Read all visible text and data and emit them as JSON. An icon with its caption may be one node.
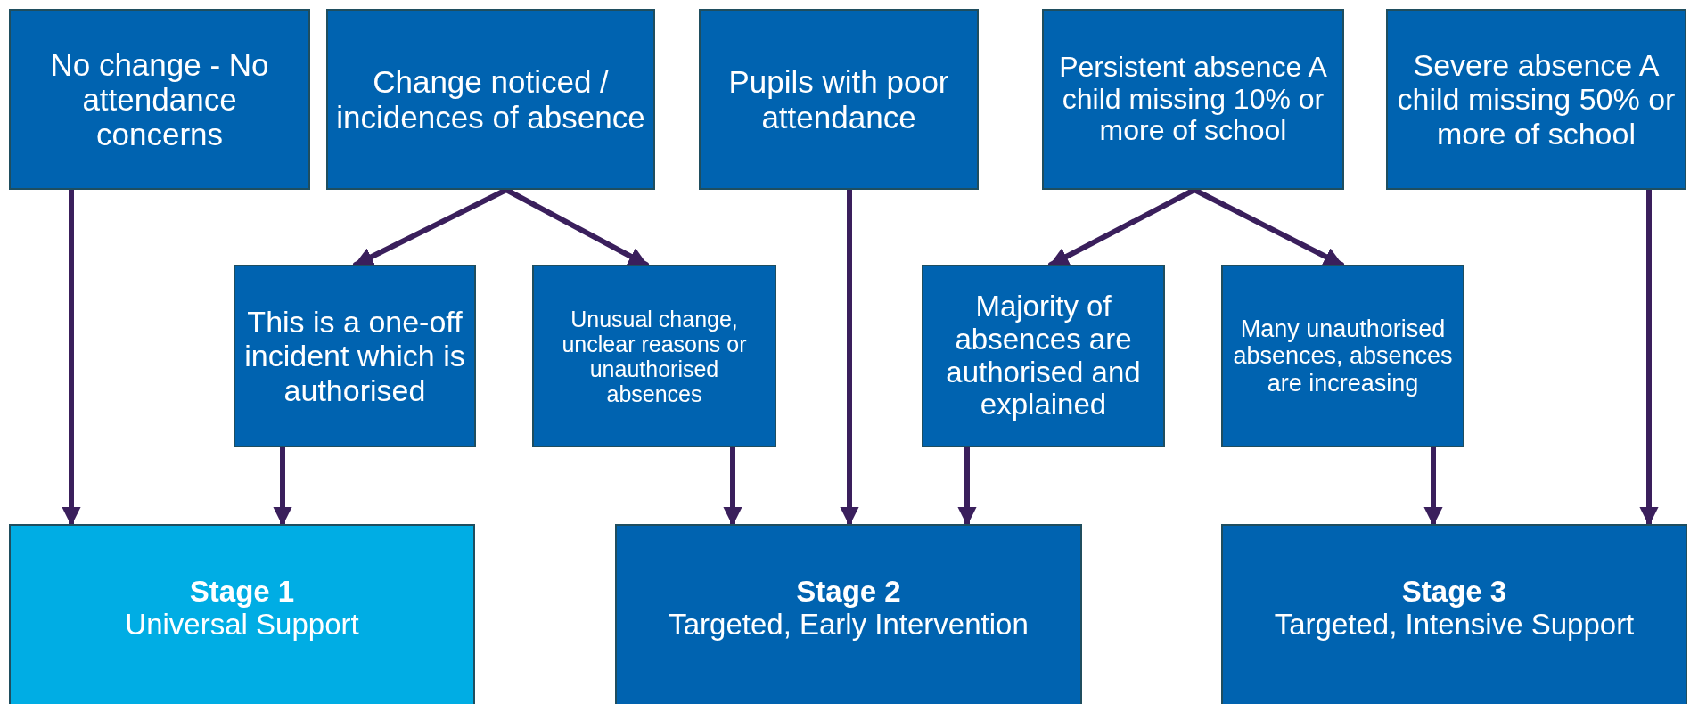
{
  "diagram": {
    "nodes": [
      {
        "text": [
          "No change - No attendance concerns"
        ]
      },
      {
        "text": [
          "Change noticed / incidences of absence"
        ]
      },
      {
        "text": [
          "Pupils with poor attendance"
        ]
      },
      {
        "text": [
          "Persistent absence A child missing 10% or more of school"
        ]
      },
      {
        "text": [
          "Severe absence A child missing 50% or more of school"
        ]
      },
      {
        "text": [
          "This is a one-off incident which is authorised"
        ]
      },
      {
        "text": [
          "Unusual change, unclear reasons or unauthorised absences"
        ]
      },
      {
        "text": [
          "Majority of absences are authorised and explained"
        ]
      },
      {
        "text": [
          "Many unauthorised absences, absences are increasing"
        ]
      },
      {
        "text": [
          "Stage 1",
          "Universal Support"
        ]
      },
      {
        "text": [
          "Stage 2",
          "Targeted, Early Intervention"
        ]
      },
      {
        "text": [
          "Stage 3",
          "Targeted, Intensive Support"
        ]
      }
    ],
    "edges": [
      {
        "from": 0,
        "to": 9,
        "arrow": "to"
      },
      {
        "from": 1,
        "to": 5,
        "arrow": "to"
      },
      {
        "from": 1,
        "to": 6,
        "arrow": "to"
      },
      {
        "from": 5,
        "to": 9,
        "arrow": "to"
      },
      {
        "from": 6,
        "to": 10,
        "arrow": "to"
      },
      {
        "from": 2,
        "to": 10,
        "arrow": "to"
      },
      {
        "from": 7,
        "to": 10,
        "arrow": "to"
      },
      {
        "from": 3,
        "to": 7,
        "arrow": "to"
      },
      {
        "from": 3,
        "to": 8,
        "arrow": "to"
      },
      {
        "from": 8,
        "to": 11,
        "arrow": "to"
      },
      {
        "from": 4,
        "to": 11,
        "arrow": "to"
      }
    ]
  }
}
